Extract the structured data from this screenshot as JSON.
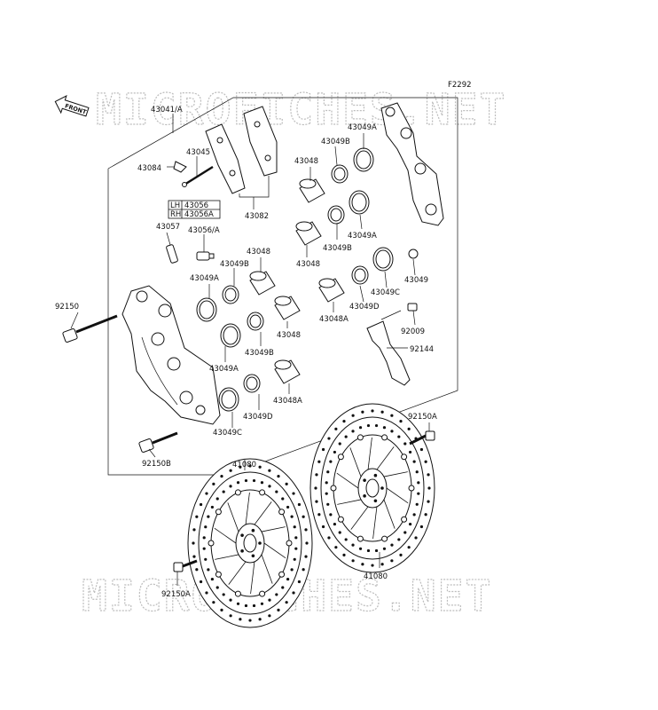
{
  "figure_code": "F2292",
  "front_label": "FRONT",
  "watermark": "MICROFICHES.NET",
  "labels": {
    "p43041A": "43041/A",
    "p43084": "43084",
    "p43045": "43045",
    "p43082": "43082",
    "lh_key": "LH",
    "lh_val": "43056",
    "rh_key": "RH",
    "rh_val": "43056A",
    "p43057": "43057",
    "p43056A": "43056/A",
    "p43048_a": "43048",
    "p43048_b": "43048",
    "p43048_c": "43048",
    "p43048_d": "43048",
    "p43049B_a": "43049B",
    "p43049B_b": "43049B",
    "p43049B_c": "43049B",
    "p43049B_d": "43049B",
    "p43049A_a": "43049A",
    "p43049A_b": "43049A",
    "p43049A_c": "43049A",
    "p43049A_d": "43049A",
    "p43049": "43049",
    "p43049C_a": "43049C",
    "p43049C_b": "43049C",
    "p43049D_a": "43049D",
    "p43049D_b": "43049D",
    "p43048A_a": "43048A",
    "p43048A_b": "43048A",
    "p92150": "92150",
    "p92150B": "92150B",
    "p92009": "92009",
    "p92144": "92144",
    "p92150A_a": "92150A",
    "p92150A_b": "92150A",
    "p41080_a": "41080",
    "p41080_b": "41080"
  }
}
